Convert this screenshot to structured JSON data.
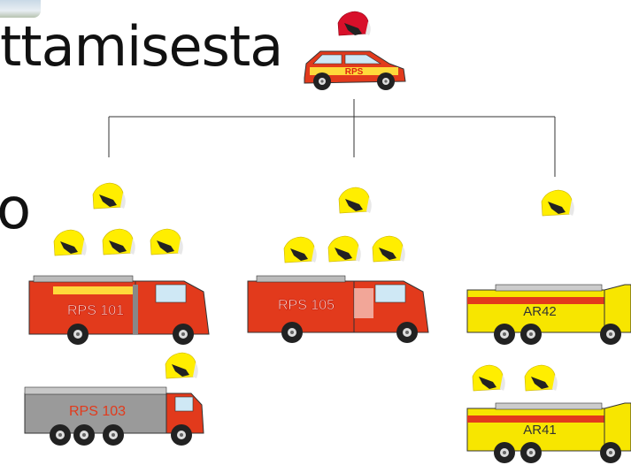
{
  "slide": {
    "title_fragment": "ttamisesta",
    "left_edge_fragment": "o"
  },
  "vehicles": {
    "command_car": "RPS",
    "truck_101": "RPS 101",
    "truck_105": "RPS 105",
    "tanker_103": "RPS 103",
    "airport_ar42": "AR42",
    "airport_ar41": "AR41"
  },
  "colors": {
    "fire_red": "#e23a1c",
    "helmet_yellow": "#ffee00",
    "helmet_red": "#d8102a",
    "tanker_grey": "#9a9a9a",
    "airport_yellow": "#f7e600"
  }
}
